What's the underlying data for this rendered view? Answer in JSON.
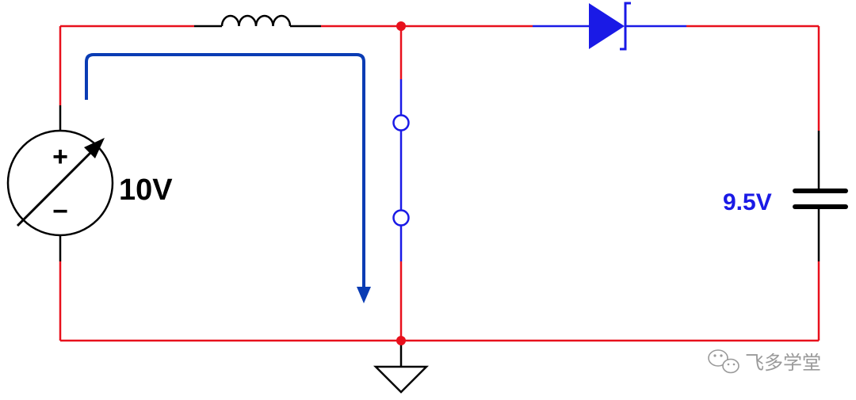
{
  "source": {
    "voltage_label": "10V",
    "plus_sign": "+",
    "minus_sign": "−"
  },
  "capacitor": {
    "voltage_label": "9.5V"
  },
  "watermark": {
    "text": "飞多学堂",
    "icon": "wechat-icon"
  },
  "colors": {
    "wire_red": "#e8101c",
    "wire_blue": "#1a1ae6",
    "arrow_blue": "#0a3cb4",
    "black": "#000000",
    "watermark_gray": "#9a9a9a"
  }
}
